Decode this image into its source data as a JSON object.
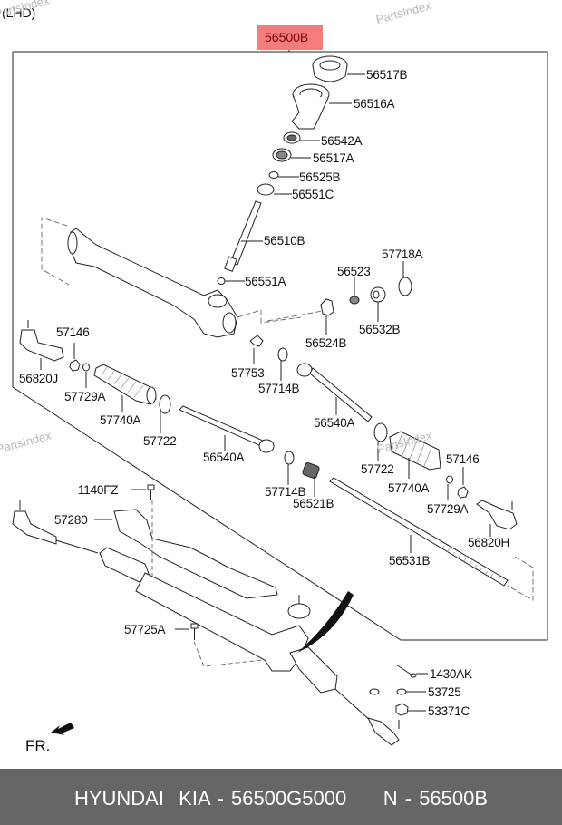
{
  "header": {
    "variant_label": "(LHD)",
    "assembly_code": "56500B"
  },
  "watermark": {
    "text": "PartsIndex"
  },
  "parts": {
    "p56517B": "56517B",
    "p56516A": "56516A",
    "p56542A": "56542A",
    "p56517A": "56517A",
    "p56525B": "56525B",
    "p56551C": "56551C",
    "p56510B": "56510B",
    "p56551A": "56551A",
    "p57718A": "57718A",
    "p56523": "56523",
    "p56524B": "56524B",
    "p56532B": "56532B",
    "p57146_left": "57146",
    "p56820J": "56820J",
    "p57729A_left": "57729A",
    "p57740A_left": "57740A",
    "p57722_left": "57722",
    "p56540A_left": "56540A",
    "p57753": "57753",
    "p57714B_upper": "57714B",
    "p56540A_right": "56540A",
    "p57722_right": "57722",
    "p57740A_right": "57740A",
    "p57146_right": "57146",
    "p57729A_right": "57729A",
    "p56820H": "56820H",
    "p57714B_lower": "57714B",
    "p56521B": "56521B",
    "p56531B": "56531B",
    "p1140FZ": "1140FZ",
    "p57280": "57280",
    "p57725A": "57725A",
    "p1430AK": "1430AK",
    "p53725": "53725",
    "p53371C": "53371C"
  },
  "direction": {
    "label": "FR."
  },
  "footer": {
    "text": "HYUNDAI  KIA - 56500G5000     N - 56500B"
  },
  "colors": {
    "badge": "#f47c7c",
    "footer_bg": "#666666"
  }
}
